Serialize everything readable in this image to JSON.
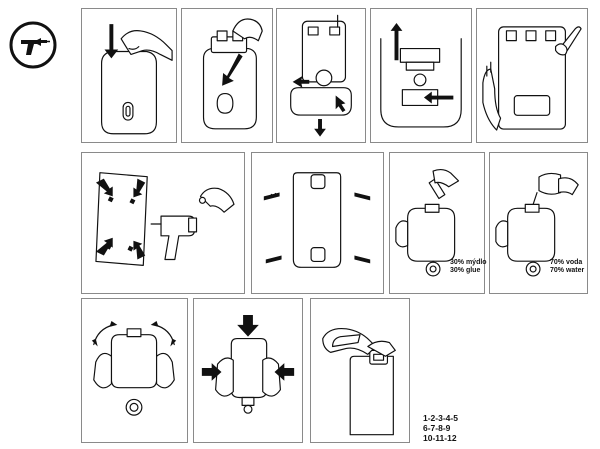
{
  "doc": {
    "drill_icon": "power-drill-icon",
    "soap_label": [
      "30% mýdlo",
      "30% glue"
    ],
    "water_label": [
      "70% voda",
      "70% water"
    ],
    "step_order": [
      "1-2-3-4-5",
      "6-7-8-9",
      "10-11-12"
    ]
  }
}
